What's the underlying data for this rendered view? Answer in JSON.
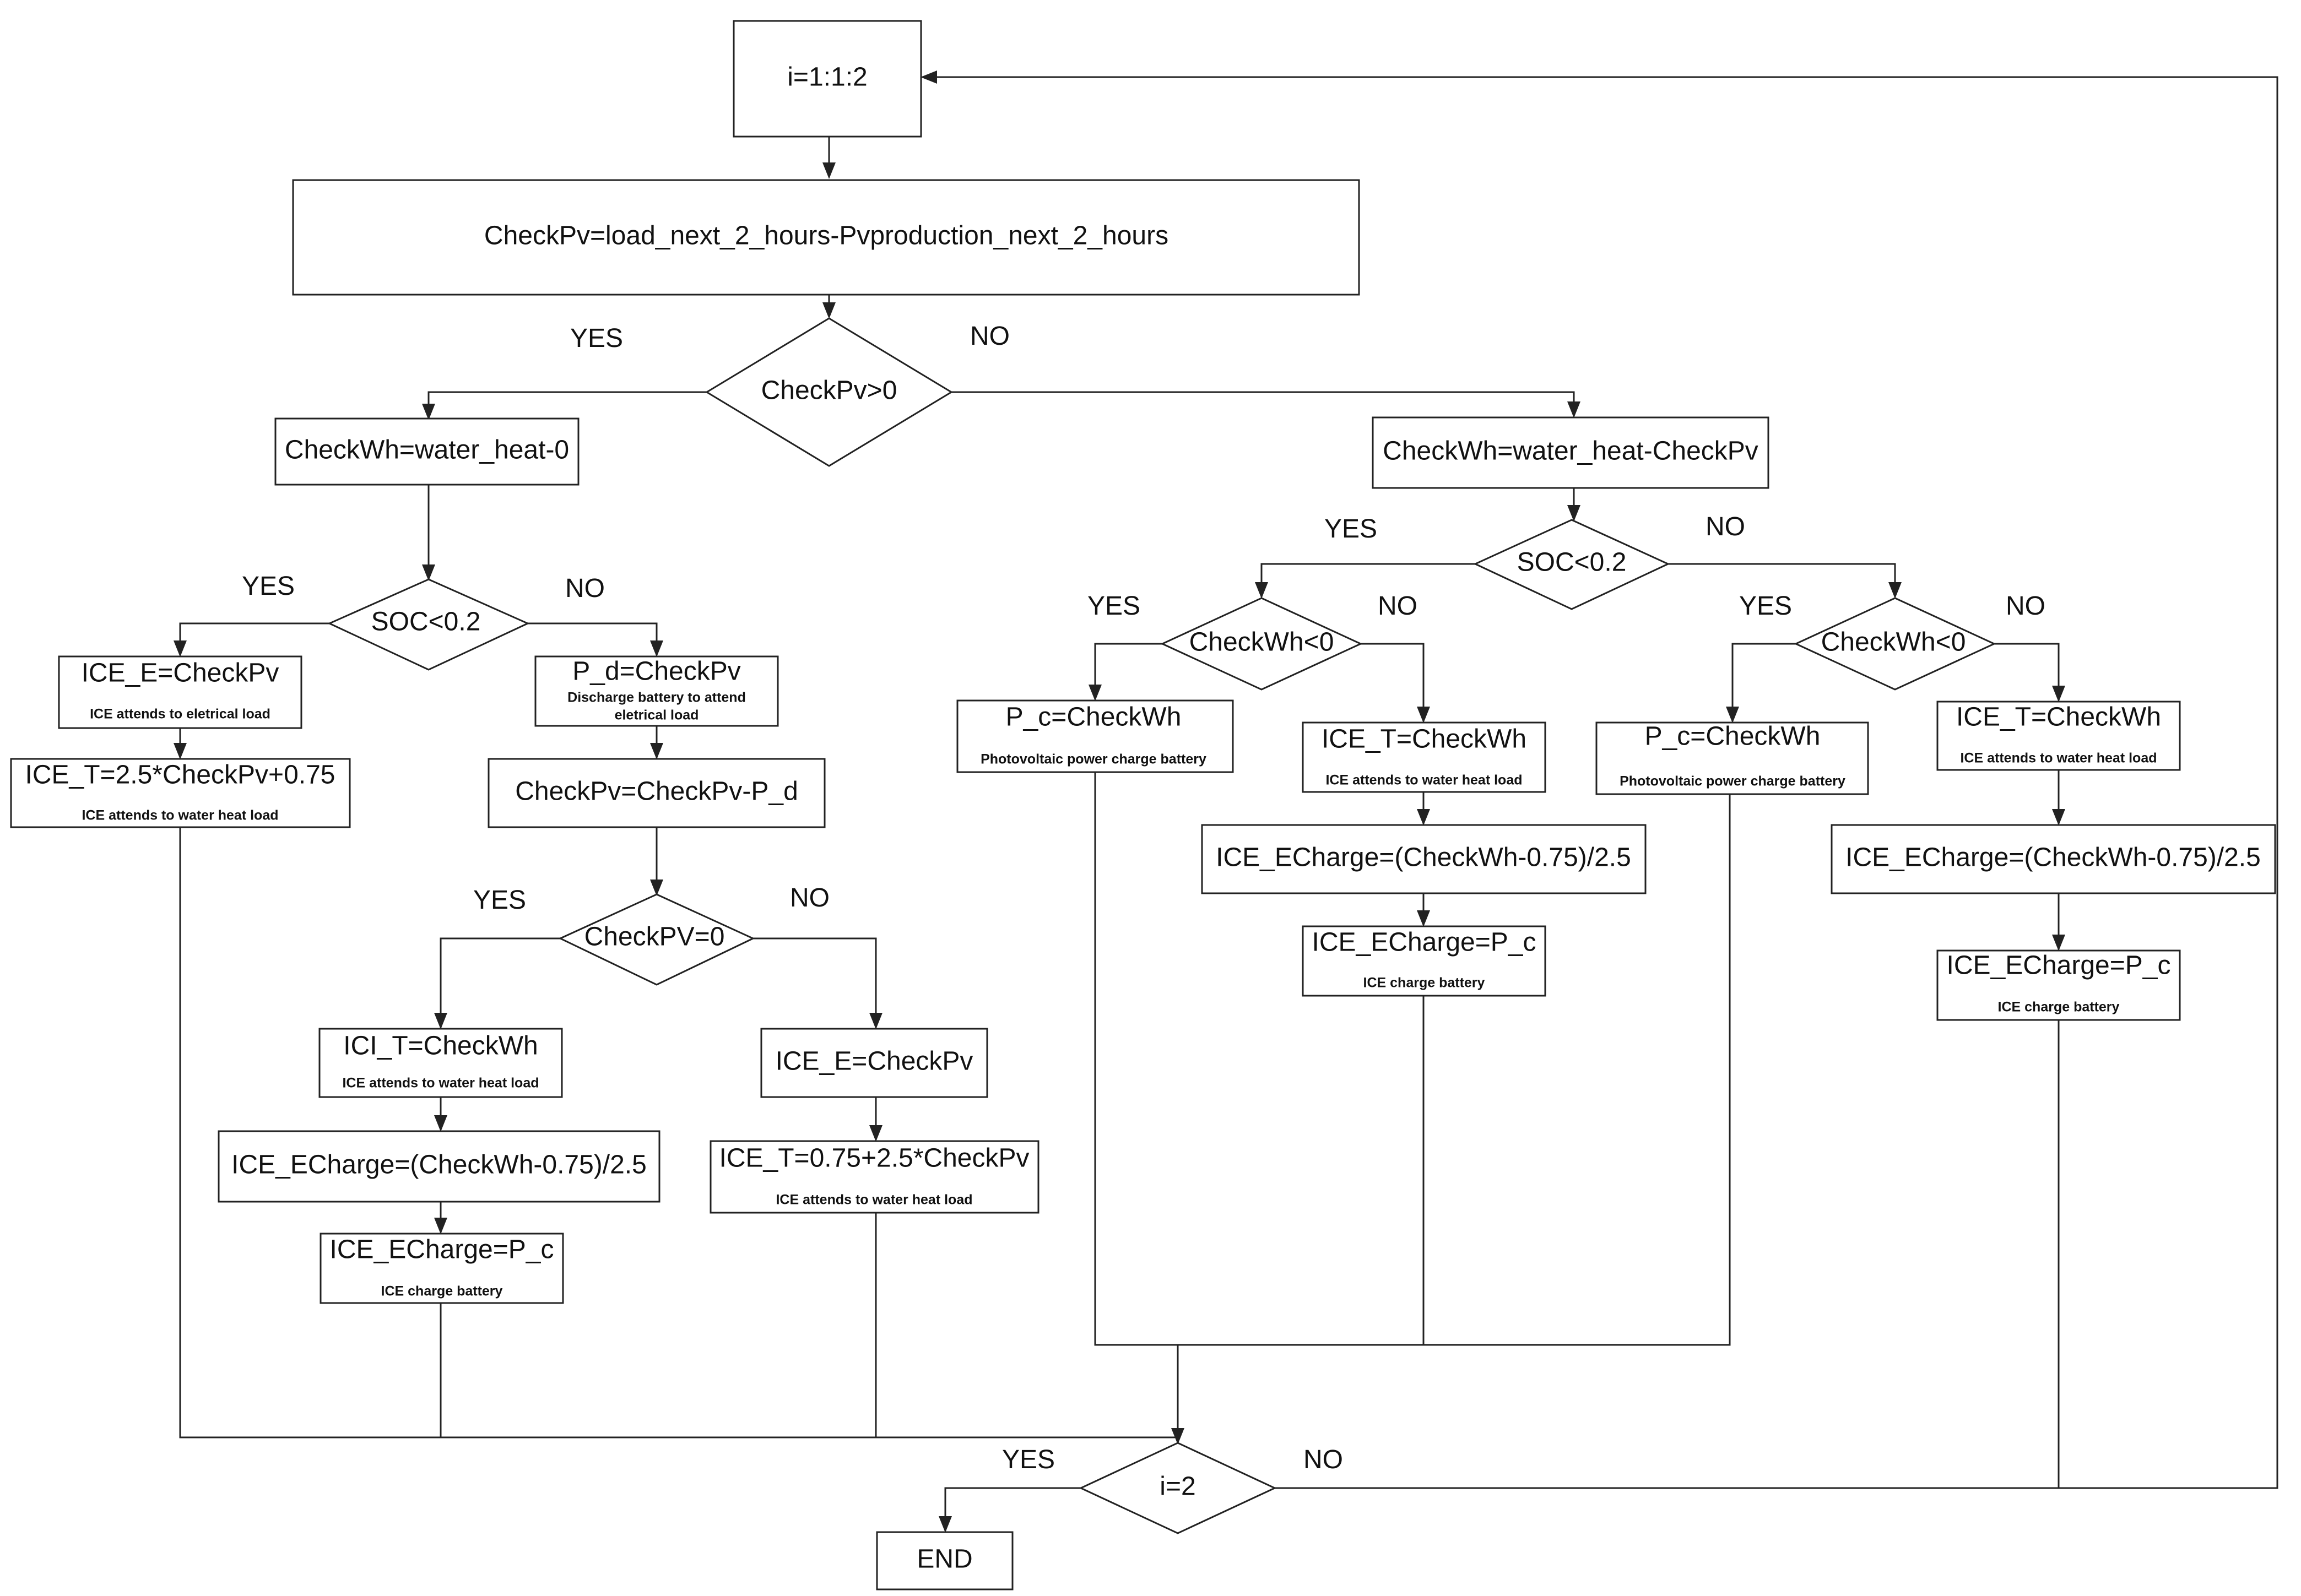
{
  "nodes": {
    "loop_start": "i=1:1:2",
    "check_pv_calc": "CheckPv=load_next_2_hours-Pvproduction_next_2_hours",
    "check_pv_decision": "CheckPv>0",
    "checkwh_zero": "CheckWh=water_heat-0",
    "checkwh_minus_pv": "CheckWh=water_heat-CheckPv",
    "soc_left": "SOC<0.2",
    "soc_right": "SOC<0.2",
    "l_ice_e": {
      "title": "ICE_E=CheckPv",
      "note": "ICE attends to eletrical load"
    },
    "l_ice_t": {
      "title": "ICE_T=2.5*CheckPv+0.75",
      "note": "ICE attends to water heat load"
    },
    "l_pd": {
      "title": "P_d=CheckPv",
      "note_line1": "Discharge battery to attend",
      "note_line2": "eletrical load"
    },
    "l_checkpv_minus_pd": "CheckPv=CheckPv-P_d",
    "l_checkpv_zero": "CheckPV=0",
    "l_ici_t": {
      "title": "ICI_T=CheckWh",
      "note": "ICE attends to water heat load"
    },
    "l_echarge_formula": "ICE_ECharge=(CheckWh-0.75)/2.5",
    "l_echarge_pc": {
      "title": "ICE_ECharge=P_c",
      "note": "ICE charge battery"
    },
    "l_ice_e2": "ICE_E=CheckPv",
    "l_ice_t2": {
      "title": "ICE_T=0.75+2.5*CheckPv",
      "note": "ICE attends to water heat load"
    },
    "r1_checkwh": "CheckWh<0",
    "r1_pc": {
      "title": "P_c=CheckWh",
      "note": "Photovoltaic power charge battery"
    },
    "r1_ice_t": {
      "title": "ICE_T=CheckWh",
      "note": "ICE attends to water heat load"
    },
    "r1_echarge_formula": "ICE_ECharge=(CheckWh-0.75)/2.5",
    "r1_echarge_pc": {
      "title": "ICE_ECharge=P_c",
      "note": "ICE charge battery"
    },
    "r2_checkwh": "CheckWh<0",
    "r2_pc": {
      "title": "P_c=CheckWh",
      "note": "Photovoltaic power charge battery"
    },
    "r2_ice_t": {
      "title": "ICE_T=CheckWh",
      "note": "ICE attends to water heat load"
    },
    "r2_echarge_formula": "ICE_ECharge=(CheckWh-0.75)/2.5",
    "r2_echarge_pc": {
      "title": "ICE_ECharge=P_c",
      "note": "ICE charge battery"
    },
    "loop_check": "i=2",
    "end": "END"
  },
  "labels": {
    "yes": "YES",
    "no": "NO"
  }
}
